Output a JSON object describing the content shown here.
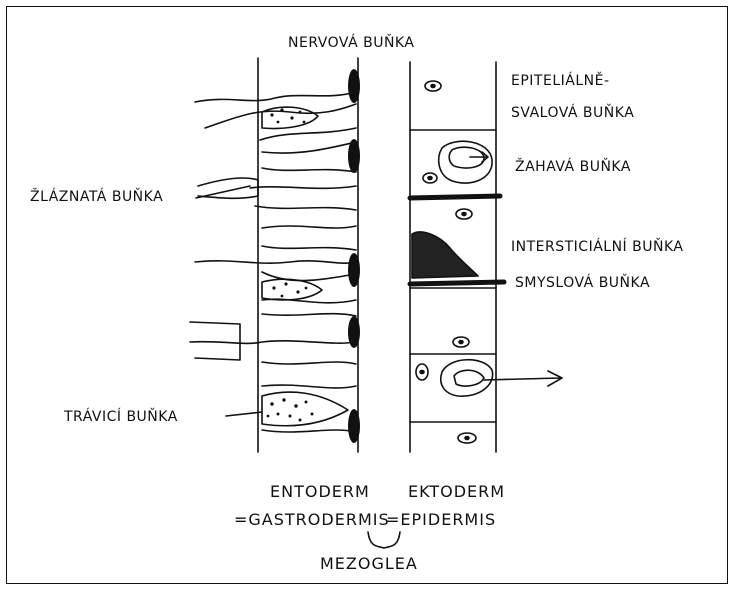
{
  "labels": {
    "nervova": "NERVOVÁ BUŇKA",
    "epitelialne_line1": "EPITELIÁLNĚ-",
    "epitelialne_line2": "SVALOVÁ BUŇKA",
    "zahava": "ŽAHAVÁ BUŇKA",
    "zlaznata": "ŽLÁZNATÁ BUŇKA",
    "intersticialni": "INTERSTICIÁLNÍ BUŇKA",
    "smyslova": "SMYSLOVÁ BUŇKA",
    "travici": "TRÁVICÍ BUŇKA",
    "entoderm": "ENTODERM",
    "gastrodermis": "=GASTRODERMIS",
    "ektoderm": "EKTODERM",
    "epidermis": "=EPIDERMIS",
    "mezoglea": "MEZOGLEA"
  }
}
